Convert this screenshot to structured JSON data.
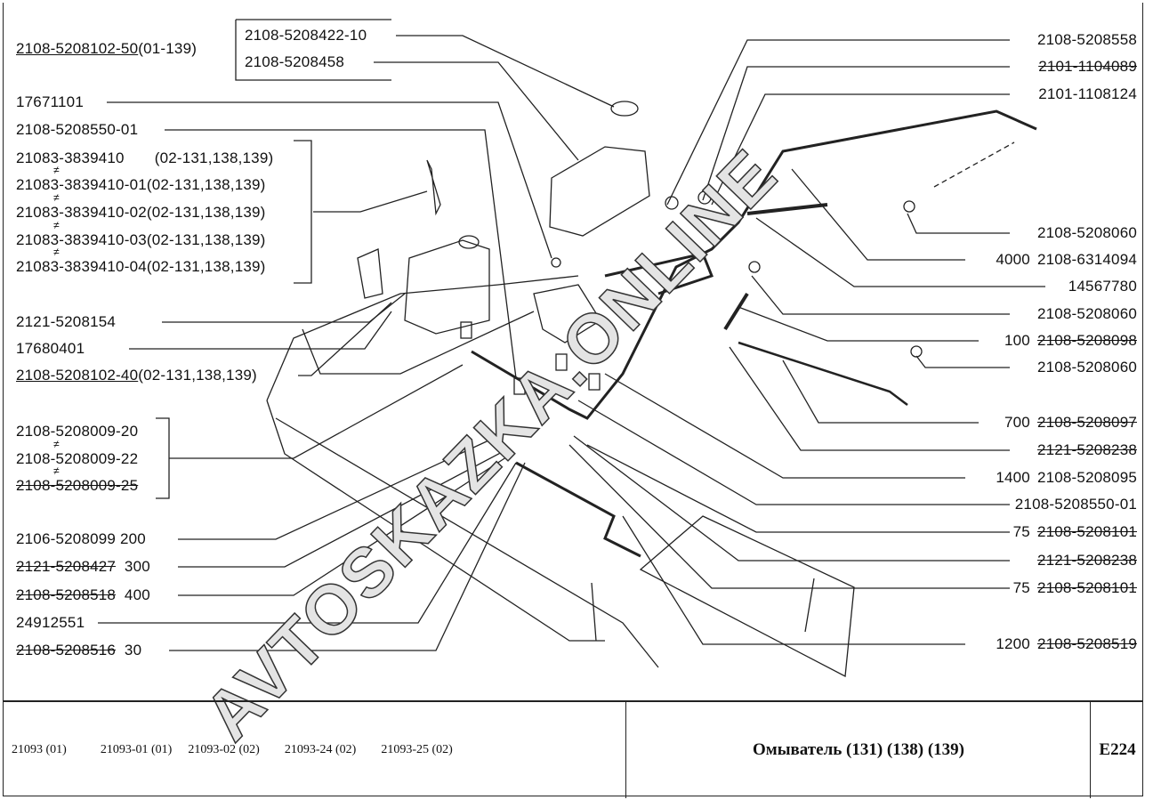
{
  "left_labels": {
    "kit_50": "2108-5208102-50",
    "kit_50_note": "(01-139)",
    "cap": "2108-5208422-10",
    "tank_top": "2108-5208458",
    "p17671101": "17671101",
    "p5208550": "2108-5208550-01",
    "motor_a": "21083-3839410",
    "motor_a_note": "(02-131,138,139)",
    "motor_b": "21083-3839410-01(02-131,138,139)",
    "motor_c": "21083-3839410-02(02-131,138,139)",
    "motor_d": "21083-3839410-03(02-131,138,139)",
    "motor_e": "21083-3839410-04(02-131,138,139)",
    "not_equal": "≠",
    "bracket": "2121-5208154",
    "p17680401": "17680401",
    "kit_40": "2108-5208102-40",
    "kit_40_note": "(02-131,138,139)",
    "pump_a": "2108-5208009-20",
    "pump_b": "2108-5208009-22",
    "pump_c": "2108-5208009-25",
    "hose_200": "2106-5208099  200",
    "hose_300": "2121-5208427",
    "hose_300_len": "300",
    "hose_400": "2108-5208518",
    "hose_400_len": "400",
    "p24912551": "24912551",
    "hose_30": "2108-5208516",
    "hose_30_len": "30"
  },
  "right_labels": [
    {
      "len": "",
      "part": "2108-5208558"
    },
    {
      "len": "",
      "part": "2101-1104089"
    },
    {
      "len": "",
      "part": "2101-1108124"
    },
    {
      "len": "",
      "part": "2108-5208060"
    },
    {
      "len": "4000",
      "part": "2108-6314094"
    },
    {
      "len": "",
      "part": "14567780"
    },
    {
      "len": "",
      "part": "2108-5208060"
    },
    {
      "len": "100",
      "part": "2108-5208098"
    },
    {
      "len": "",
      "part": "2108-5208060"
    },
    {
      "len": "700",
      "part": "2108-5208097"
    },
    {
      "len": "",
      "part": "2121-5208238"
    },
    {
      "len": "1400",
      "part": "2108-5208095"
    },
    {
      "len": "",
      "part": "2108-5208550-01"
    },
    {
      "len": "75",
      "part": "2108-5208101"
    },
    {
      "len": "",
      "part": "2121-5208238"
    },
    {
      "len": "75",
      "part": "2108-5208101"
    },
    {
      "len": "1200",
      "part": "2108-5208519"
    }
  ],
  "footer": {
    "models": [
      "21093 (01)",
      "21093-01 (01)",
      "21093-02 (02)",
      "21093-24 (02)",
      "21093-25 (02)"
    ],
    "title": "Омыватель (131) (138) (139)",
    "code": "E224"
  },
  "watermark": "AVTOSKAZKA.ONLINE"
}
